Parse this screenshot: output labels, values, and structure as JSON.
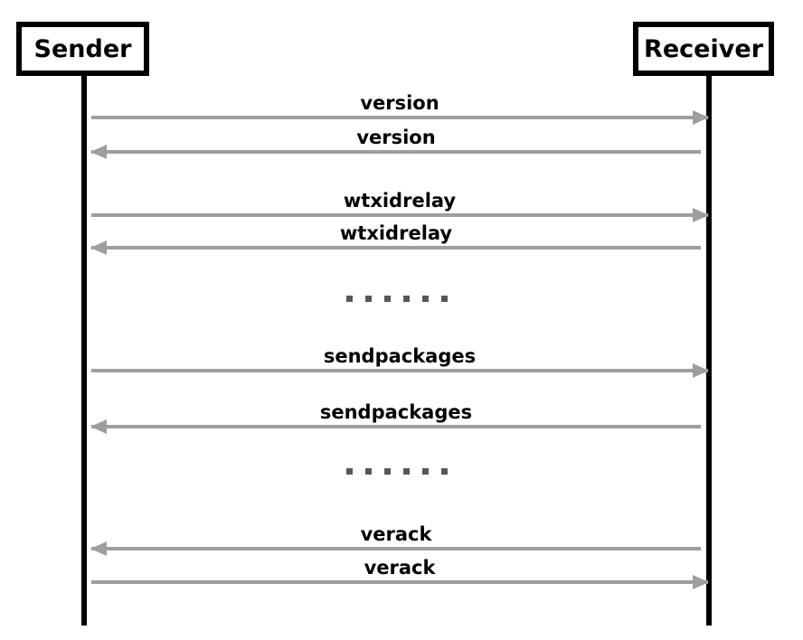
{
  "diagram": {
    "type": "sequence-diagram",
    "title": "",
    "background_color": "#ffffff",
    "lifeline_color": "#000000",
    "arrow_color": "#9e9e9e",
    "label_color": "#000000",
    "ellipsis_color": "#575757"
  },
  "participants": [
    {
      "id": "sender",
      "label": "Sender"
    },
    {
      "id": "receiver",
      "label": "Receiver"
    }
  ],
  "messages": [
    {
      "label": "version",
      "from": "sender",
      "to": "receiver",
      "direction": "right"
    },
    {
      "label": "version",
      "from": "receiver",
      "to": "sender",
      "direction": "left"
    },
    {
      "label": "wtxidrelay",
      "from": "sender",
      "to": "receiver",
      "direction": "right"
    },
    {
      "label": "wtxidrelay",
      "from": "receiver",
      "to": "sender",
      "direction": "left"
    },
    {
      "label": "sendpackages",
      "from": "sender",
      "to": "receiver",
      "direction": "right"
    },
    {
      "label": "sendpackages",
      "from": "receiver",
      "to": "sender",
      "direction": "left"
    },
    {
      "label": "verack",
      "from": "receiver",
      "to": "sender",
      "direction": "left"
    },
    {
      "label": "verack",
      "from": "sender",
      "to": "receiver",
      "direction": "right"
    }
  ],
  "ellipses": [
    {
      "dots": 6,
      "after_message_index": 3
    },
    {
      "dots": 6,
      "after_message_index": 5
    }
  ]
}
